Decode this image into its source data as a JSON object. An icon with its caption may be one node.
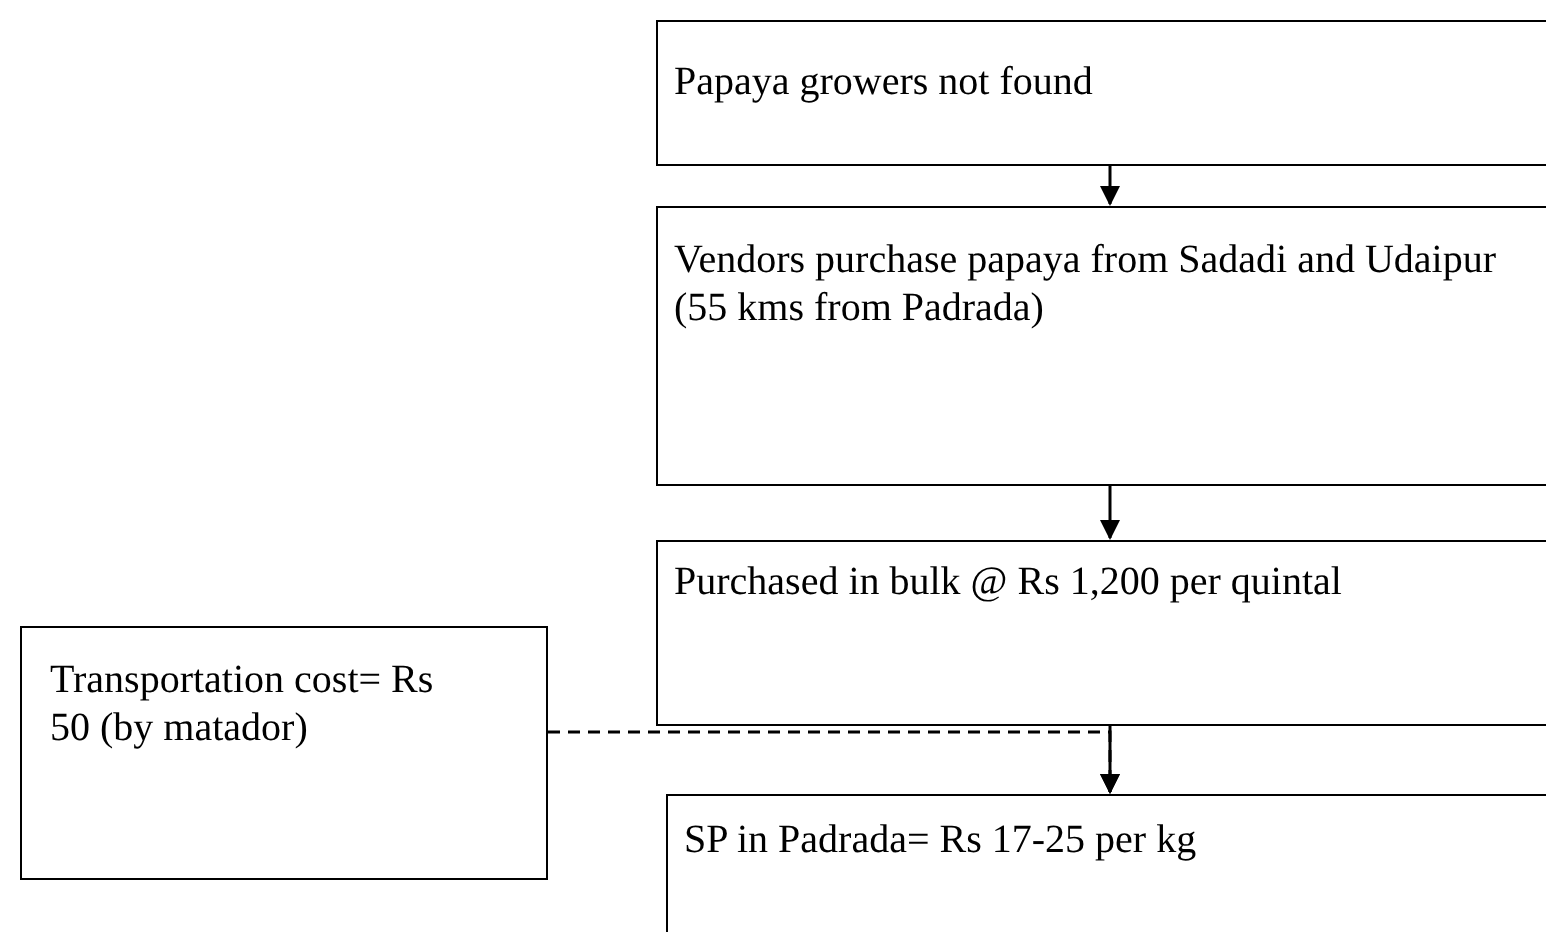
{
  "diagram": {
    "nodes": [
      {
        "text": [
          "Papaya growers not found"
        ]
      },
      {
        "text": [
          "Vendors purchase papaya from Sadadi and Udaipur (55 kms from Padrada)"
        ]
      },
      {
        "text": [
          "Purchased in bulk @ Rs 1,200 per quintal"
        ]
      },
      {
        "text": [
          "SP in Padrada= Rs 17-25 per kg"
        ]
      },
      {
        "text": [
          "Transportation cost= Rs 50 (by matador)"
        ]
      }
    ],
    "edges": [
      {
        "from": 0,
        "to": 1,
        "arrow": "to"
      },
      {
        "from": 1,
        "to": 2,
        "arrow": "to"
      },
      {
        "from": 2,
        "to": 3,
        "arrow": "to"
      },
      {
        "from": 4,
        "to": 3,
        "arrow": "to",
        "style": "dashed"
      }
    ]
  }
}
